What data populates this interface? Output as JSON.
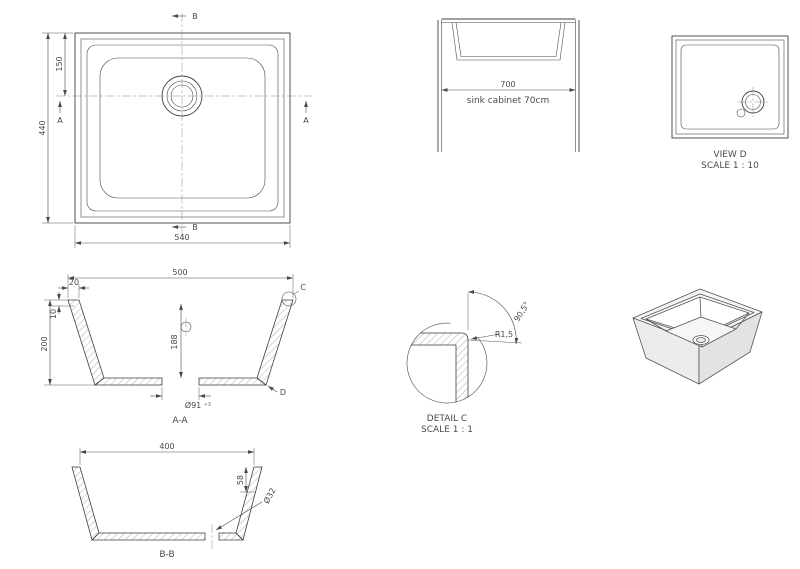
{
  "drawing": {
    "plan": {
      "section_b_top": "B",
      "section_b_bottom": "B",
      "section_a_left": "A",
      "section_a_right": "A",
      "dim_width": "540",
      "dim_depth": "440",
      "dim_drain_offset": "150"
    },
    "cabinet": {
      "dim_width": "700",
      "caption": "sink cabinet 70cm"
    },
    "view_d": {
      "title": "VIEW D",
      "scale": "SCALE 1 : 10"
    },
    "section_aa": {
      "title": "A-A",
      "dim_top_width": "500",
      "dim_flange": "20",
      "dim_rim_height": "10",
      "dim_height": "200",
      "dim_inner_depth": "188",
      "dim_drain": "Ø91 ⁺²",
      "detail_label_c": "C",
      "detail_label_d": "D"
    },
    "detail_c": {
      "title": "DETAIL C",
      "scale": "SCALE 1 : 1",
      "dim_radius": "R1,5",
      "dim_angle": "90,5°"
    },
    "section_bb": {
      "title": "B-B",
      "dim_top_width": "400",
      "dim_depth": "58",
      "dim_drain_hole": "Ø32"
    }
  }
}
